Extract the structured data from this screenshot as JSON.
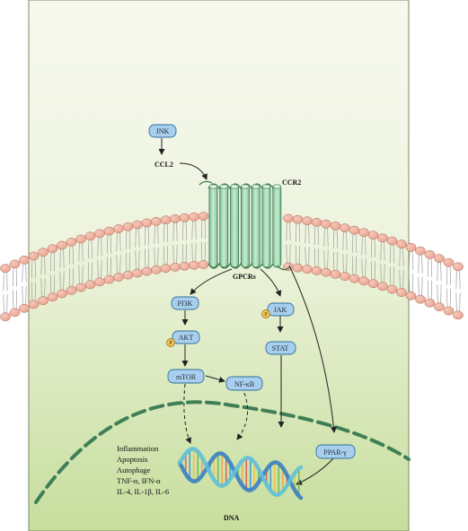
{
  "colors": {
    "panel_top": "#f7f9ef",
    "panel_bottom": "#c7de9d",
    "panel_border": "#7d8a6a",
    "lipid_head": "#e9a592",
    "lipid_head_stroke": "#b06a5a",
    "lipid_tail": "#9e9e9e",
    "receptor_fill": "#a9dcb6",
    "receptor_stroke": "#3e7a4e",
    "node_fill": "#a9cfee",
    "node_stroke": "#2f6f9b",
    "phospho_fill": "#f3c44f",
    "nucleus_dash": "#3f7f56",
    "arrow": "#222222"
  },
  "nodes": {
    "jnk": "JNK",
    "pi3k": "PI3K",
    "akt": "AKT",
    "mtor": "mTOR",
    "nfkb": "NF-κB",
    "jak": "JAK",
    "stat": "STAT",
    "ppar": "PPAR-γ"
  },
  "labels": {
    "ccl2": "CCL2",
    "ccr2": "CCR2",
    "gpcrs": "GPCRs",
    "dna": "DNA",
    "phospho": "P"
  },
  "outcomes": [
    "Inflammation",
    "Apoptosis",
    "Autophage",
    "TNF-α, IFN-α",
    "IL-4, IL-1β, IL-6"
  ]
}
